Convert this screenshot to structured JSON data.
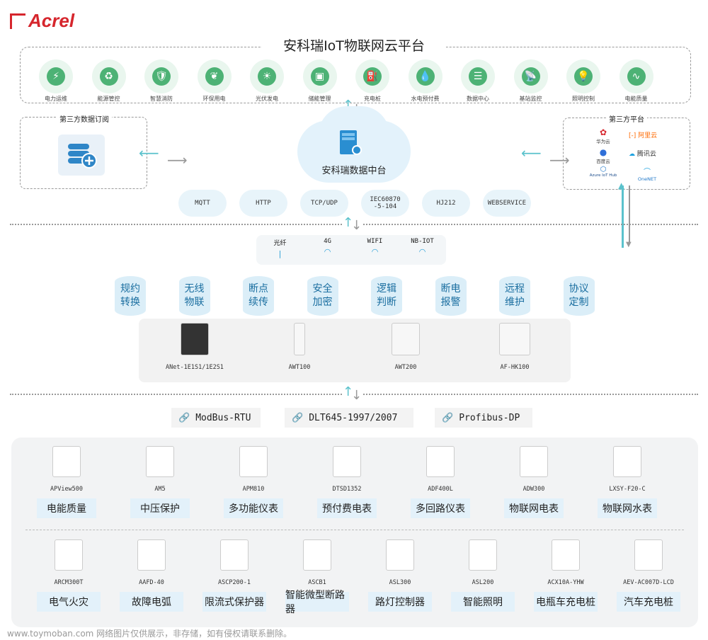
{
  "logo": {
    "text": "Acrel"
  },
  "platform": {
    "title": "安科瑞IoT物联网云平台",
    "icons": [
      {
        "label": "电力运维",
        "icon": "power-icon"
      },
      {
        "label": "能源管控",
        "icon": "energy-icon"
      },
      {
        "label": "智慧消防",
        "icon": "fire-icon"
      },
      {
        "label": "环保用电",
        "icon": "leaf-icon"
      },
      {
        "label": "光伏发电",
        "icon": "solar-icon"
      },
      {
        "label": "储能管理",
        "icon": "storage-icon"
      },
      {
        "label": "充电桩",
        "icon": "charger-icon"
      },
      {
        "label": "水电预付费",
        "icon": "water-icon"
      },
      {
        "label": "数据中心",
        "icon": "database-icon"
      },
      {
        "label": "基站监控",
        "icon": "tower-icon"
      },
      {
        "label": "照明控制",
        "icon": "bulb-icon"
      },
      {
        "label": "电能质量",
        "icon": "wave-icon"
      }
    ]
  },
  "third_data": {
    "title": "第三方数据订阅"
  },
  "center": {
    "label": "安科瑞数据中台"
  },
  "third_platform": {
    "title": "第三方平台",
    "items": [
      "华为云",
      "阿里云",
      "百度云",
      "腾讯云",
      "Azure IoT Hub",
      "OneNET"
    ]
  },
  "protocols_top": [
    "MQTT",
    "HTTP",
    "TCP/UDP",
    "IEC60870\n-5-104",
    "HJ212",
    "WEBSERVICE"
  ],
  "network": [
    {
      "label": "光纤"
    },
    {
      "label": "4G"
    },
    {
      "label": "WIFI"
    },
    {
      "label": "NB-IOT"
    }
  ],
  "features": [
    "规约\n转换",
    "无线\n物联",
    "断点\n续传",
    "安全\n加密",
    "逻辑\n判断",
    "断电\n报警",
    "远程\n维护",
    "协议\n定制"
  ],
  "gateways": [
    "ANet-1E1S1/1E2S1",
    "AWT100",
    "AWT200",
    "AF-HK100"
  ],
  "field_protocols": [
    "ModBus-RTU",
    "DLT645-1997/2007",
    "Profibus-DP"
  ],
  "devices_row1": [
    {
      "model": "APView500",
      "cat": "电能质量"
    },
    {
      "model": "AM5",
      "cat": "中压保护"
    },
    {
      "model": "APM810",
      "cat": "多功能仪表"
    },
    {
      "model": "DTSD1352",
      "cat": "预付费电表"
    },
    {
      "model": "ADF400L",
      "cat": "多回路仪表"
    },
    {
      "model": "ADW300",
      "cat": "物联网电表"
    },
    {
      "model": "LXSY-F20-C",
      "cat": "物联网水表"
    }
  ],
  "devices_row2": [
    {
      "model": "ARCM300T",
      "cat": "电气火灾"
    },
    {
      "model": "AAFD-40",
      "cat": "故障电弧"
    },
    {
      "model": "ASCP200-1",
      "cat": "限流式保护器"
    },
    {
      "model": "ASCB1",
      "cat": "智能微型断路器"
    },
    {
      "model": "ASL300",
      "cat": "路灯控制器"
    },
    {
      "model": "ASL200",
      "cat": "智能照明"
    },
    {
      "model": "ACX10A-YHW",
      "cat": "电瓶车充电桩"
    },
    {
      "model": "AEV-AC007D-LCD",
      "cat": "汽车充电桩"
    }
  ],
  "footer": "www.toymoban.com 网络图片仅供展示，非存储，如有侵权请联系删除。"
}
